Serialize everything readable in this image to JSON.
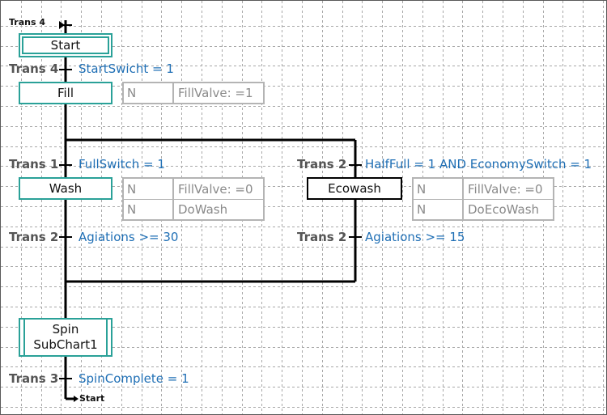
{
  "steps": {
    "start": "Start",
    "fill": "Fill",
    "wash": "Wash",
    "ecowash": "Ecowash",
    "spin_line1": "Spin",
    "spin_line2": "SubChart1"
  },
  "transitions": {
    "top_label": "Trans 4",
    "t_start_fill": {
      "label": "Trans 4",
      "condition": "StartSwicht = 1"
    },
    "t_fill_wash": {
      "label": "Trans 1",
      "condition": "FullSwitch = 1"
    },
    "t_fill_eco": {
      "label": "Trans 2",
      "condition": "HalfFull = 1 AND EconomySwitch = 1"
    },
    "t_wash_out": {
      "label": "Trans 2",
      "condition": "Agiations >= 30"
    },
    "t_eco_out": {
      "label": "Trans 2",
      "condition": "Agiations >= 15"
    },
    "t_spin_out": {
      "label": "Trans 3",
      "condition": "SpinComplete = 1"
    },
    "jump_target": "Start"
  },
  "actions": {
    "fill": [
      {
        "qualifier": "N",
        "action": "FillValve: =1"
      }
    ],
    "wash": [
      {
        "qualifier": "N",
        "action": "FillValve: =0"
      },
      {
        "qualifier": "N",
        "action": "DoWash"
      }
    ],
    "ecowash": [
      {
        "qualifier": "N",
        "action": "FillValve: =0"
      },
      {
        "qualifier": "N",
        "action": "DoEcoWash"
      }
    ]
  }
}
